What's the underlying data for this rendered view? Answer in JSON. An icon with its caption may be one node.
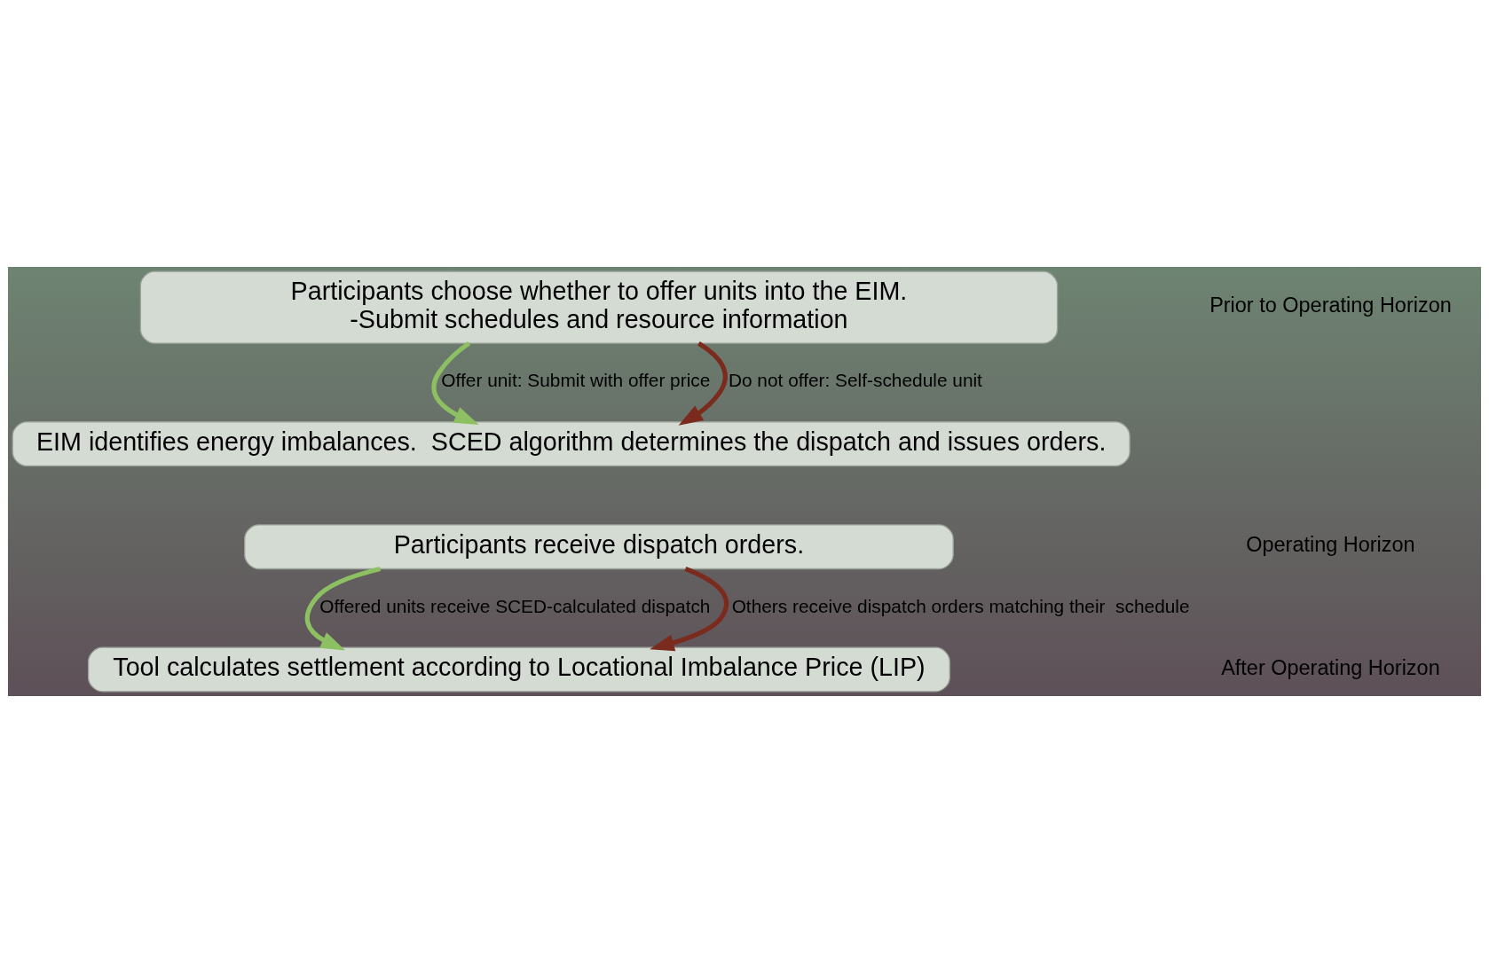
{
  "diagram": {
    "nodes": [
      {
        "text": [
          "Participants choose whether to offer units into the EIM.",
          "-Submit schedules and resource information"
        ]
      },
      {
        "text": [
          "EIM identifies energy imbalances.  SCED algorithm determines the dispatch and issues orders."
        ]
      },
      {
        "text": [
          "Participants receive dispatch orders."
        ]
      },
      {
        "text": [
          "Tool calculates settlement according to Locational Imbalance Price (LIP)"
        ]
      }
    ],
    "edges": [
      {
        "from": 0,
        "to": 1,
        "arrow": "to",
        "label": "Offer unit: Submit with offer price",
        "color": "#8dc063"
      },
      {
        "from": 0,
        "to": 1,
        "arrow": "to",
        "label": "Do not offer: Self-schedule unit",
        "color": "#7b2a1e"
      },
      {
        "from": 2,
        "to": 3,
        "arrow": "to",
        "label": "Offered units receive SCED-calculated dispatch",
        "color": "#8dc063"
      },
      {
        "from": 2,
        "to": 3,
        "arrow": "to",
        "label": "Others receive dispatch orders matching their  schedule",
        "color": "#7b2a1e"
      }
    ],
    "labels": [
      "Prior to Operating Horizon",
      "Operating Horizon",
      "After Operating Horizon"
    ]
  }
}
